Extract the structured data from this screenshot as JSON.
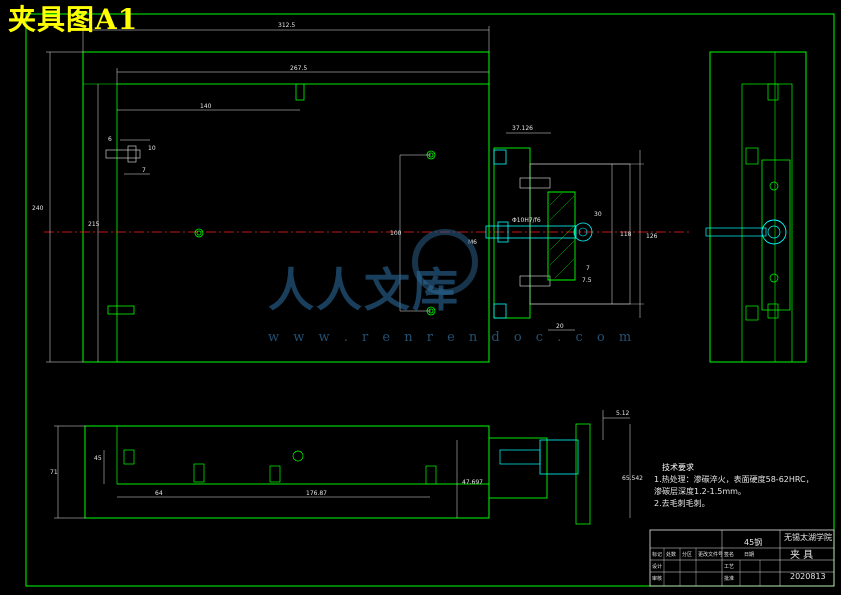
{
  "title": "夹具图A1",
  "notes": {
    "title": "技术要求",
    "lines": [
      "1.热处理：渗碳淬火，表面硬度58-62HRC，",
      "渗碳层深度1.2-1.5mm。",
      "2.去毛刺毛刺。"
    ]
  },
  "dimensions": {
    "top_overall": "312.5",
    "top_inner": "267.5",
    "top_short": "140",
    "left_height": "240",
    "left_inner": "215",
    "small_6": "6",
    "small_7": "7",
    "small_10": "10",
    "width_37": "37.126",
    "fit": "Φ10H7/f6",
    "m6": "M6",
    "d_30": "30",
    "d_7": "7",
    "d_7_5": "7.5",
    "d_20": "20",
    "d_118": "118",
    "d_126": "126",
    "d_100": "100",
    "d_5_12": "5.12",
    "d_71": "71",
    "d_47": "47.697",
    "d_65": "65.542",
    "d_45": "45",
    "d_64": "64",
    "d_176": "176.87"
  },
  "title_block": {
    "material": "45钢",
    "school": "无锡太湖学院",
    "name": "夹 具",
    "drawing_no": "2020813",
    "small_labels": [
      "标记",
      "处数",
      "分区",
      "更改文件号",
      "签名",
      "日期",
      "设计",
      "审核",
      "工艺",
      "批准"
    ]
  },
  "watermark": {
    "brand": "人人文库",
    "url": "w w w . r e n r e n d o c . c o m"
  },
  "colors": {
    "background": "#000000",
    "outline": "#00ff00",
    "dimension": "#e6e6e6",
    "centerline": "#ff2020",
    "part": "#00ffff",
    "title": "#ffff00"
  }
}
